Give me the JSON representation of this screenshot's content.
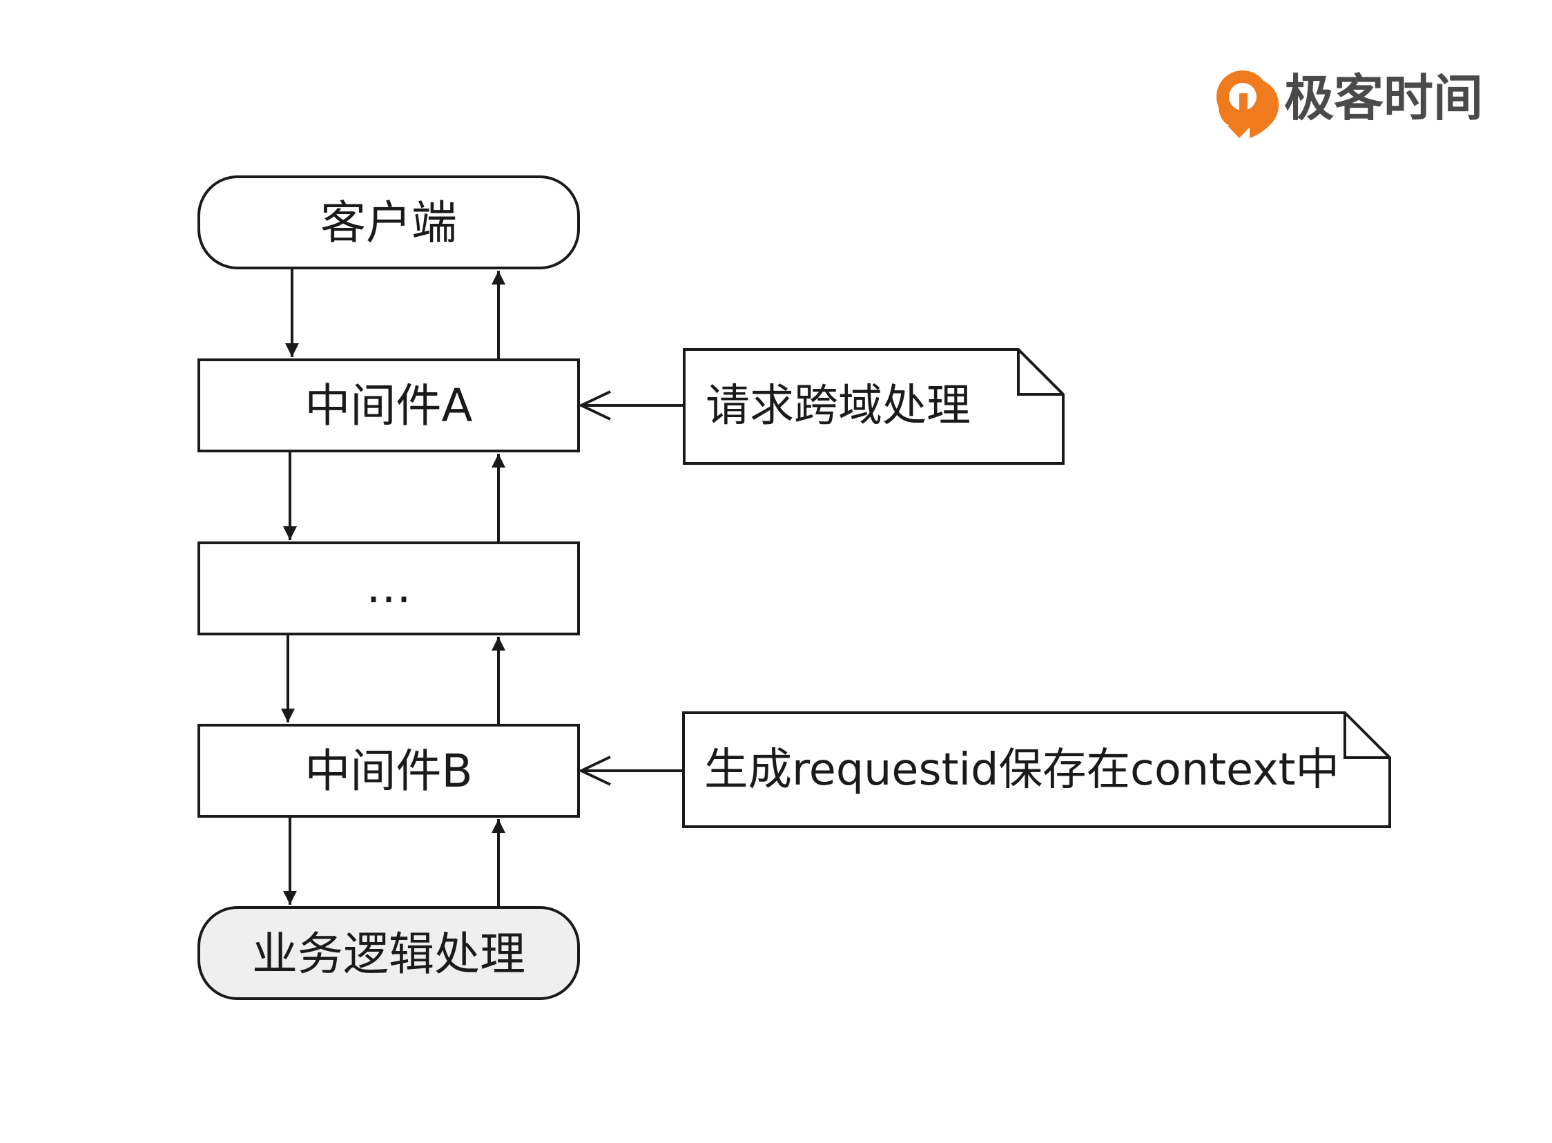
{
  "brand": {
    "logo_text": "极客时间",
    "logo_color": "#f07a1e"
  },
  "nodes": {
    "client": "客户端",
    "middleware_a": "中间件A",
    "ellipsis": "…",
    "middleware_b": "中间件B",
    "business": "业务逻辑处理"
  },
  "notes": {
    "cors": "请求跨域处理",
    "requestid": "生成requestid保存在context中"
  },
  "colors": {
    "stroke": "#1a1a1a",
    "business_fill": "#efefef",
    "background": "#ffffff"
  }
}
